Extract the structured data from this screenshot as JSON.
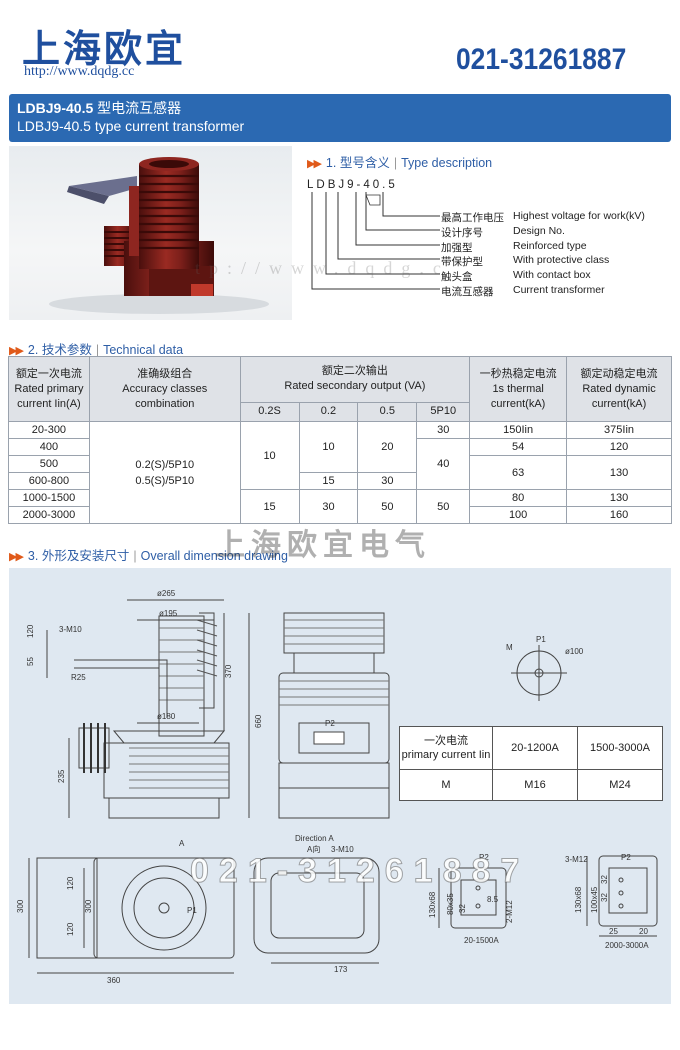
{
  "header": {
    "brand": "上海欧宜",
    "url": "http://www.dqdg.cc",
    "phone": "021-31261887"
  },
  "title_band": {
    "model_bold": "LDBJ9-40.5",
    "title_cn_suffix": " 型电流互感器",
    "title_en": "LDBJ9-40.5 type current transformer"
  },
  "section1": {
    "number": "1.",
    "title_cn": "型号含义",
    "title_en": "Type description",
    "model_code": "LDBJ9-40.5",
    "rows": [
      {
        "cn": "最高工作电压",
        "en": "Highest voltage for work(kV)"
      },
      {
        "cn": "设计序号",
        "en": "Design No."
      },
      {
        "cn": "加强型",
        "en": "Reinforced type"
      },
      {
        "cn": "带保护型",
        "en": "With protective class"
      },
      {
        "cn": "触头盒",
        "en": "With contact box"
      },
      {
        "cn": "电流互感器",
        "en": "Current transformer"
      }
    ]
  },
  "section2": {
    "number": "2.",
    "title_cn": "技术参数",
    "title_en": "Technical data",
    "headers": {
      "primary_current": [
        "额定一次电流",
        "Rated primary",
        "current Iin(A)"
      ],
      "accuracy": [
        "准确级组合",
        "Accuracy classes",
        "combination"
      ],
      "secondary_output": [
        "额定二次输出",
        "Rated secondary output (VA)"
      ],
      "classes": [
        "0.2S",
        "0.2",
        "0.5",
        "5P10"
      ],
      "thermal": [
        "一秒热稳定电流",
        "1s thermal",
        "current(kA)"
      ],
      "dynamic": [
        "额定动稳定电流",
        "Rated dynamic",
        "current(kA)"
      ]
    },
    "rows": [
      "20-300",
      "400",
      "500",
      "600-800",
      "1000-1500",
      "2000-3000"
    ],
    "accuracy_values": [
      "0.2(S)/5P10",
      "0.5(S)/5P10"
    ],
    "cells": {
      "c02s_a": "10",
      "c02s_b": "15",
      "c02_a": "10",
      "c02_b": "15",
      "c02_c": "30",
      "c05_a": "20",
      "c05_b": "30",
      "c05_c": "50",
      "c5p_a": "30",
      "c5p_b": "40",
      "c5p_c": "50",
      "th_a": "150Iin",
      "th_b": "54",
      "th_c": "63",
      "th_d": "80",
      "th_e": "100",
      "dy_a": "375Iin",
      "dy_b": "120",
      "dy_c": "130",
      "dy_d": "130",
      "dy_e": "160"
    }
  },
  "section3": {
    "number": "3.",
    "title_cn": "外形及安装尺寸",
    "title_en": "Overall dimension drawing"
  },
  "watermarks": {
    "url_partial": "tp://www.dqdg.c",
    "company": "上海欧宜电气",
    "phone": "021-31261887"
  },
  "drawing": {
    "dims": {
      "d265": "ø265",
      "d195": "ø195",
      "d180": "ø180",
      "d100": "ø100",
      "m10": "3-M10",
      "r25": "R25",
      "h120": "120",
      "h55": "55",
      "h370": "370",
      "h660": "660",
      "h235": "235",
      "p1": "P1",
      "p2": "P2",
      "m": "M",
      "a": "A",
      "a_dir": "A向",
      "direction_a": "Direction A",
      "h300": "300",
      "w360": "360",
      "w173": "173",
      "r130x68": "130x68",
      "r80x35": "80x35",
      "n32": "32",
      "n85": "8.5",
      "m12_2": "2-M12",
      "a20_1500": "20-1500A",
      "m12_3": "3-M12",
      "r100x45": "100x45",
      "n25": "25",
      "n20": "20",
      "a2000_3000": "2000-3000A"
    },
    "primary_table": {
      "head_cn": "一次电流",
      "head_en": "primary current Iin",
      "col1": "20-1200A",
      "col2": "1500-3000A",
      "row_label": "M",
      "val1": "M16",
      "val2": "M24"
    }
  }
}
